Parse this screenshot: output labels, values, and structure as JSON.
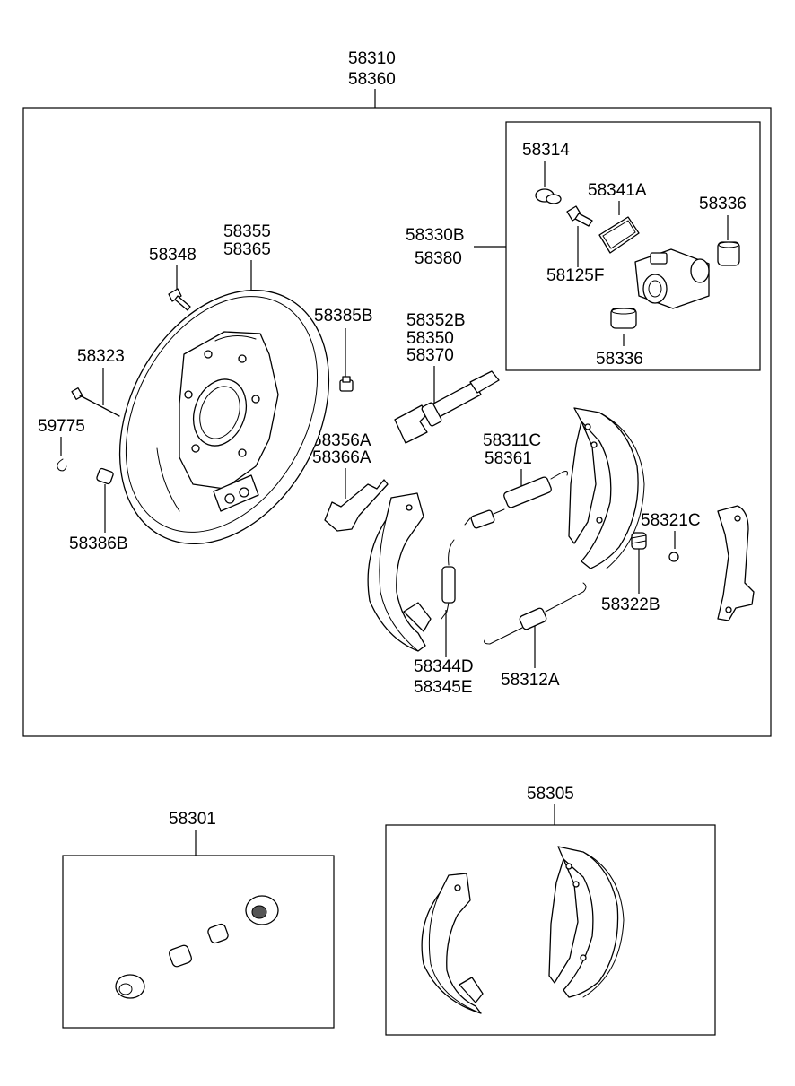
{
  "labels": {
    "main_assembly_1": "58310",
    "main_assembly_2": "58360",
    "cylinder_assembly_1": "58330B",
    "cylinder_assembly_2": "58380",
    "cylinder_cap": "58314",
    "cylinder_gasket": "58341A",
    "cylinder_boot_top": "58336",
    "bleeder_screw": "58125F",
    "cylinder_boot_bottom": "58336",
    "backing_plate_1": "58355",
    "backing_plate_2": "58365",
    "plate_bolt": "58348",
    "plug": "58385B",
    "adjuster_1": "58352B",
    "adjuster_2": "58350",
    "adjuster_3": "58370",
    "pin": "58323",
    "clip": "59775",
    "strut_1": "58356A",
    "strut_2": "58366A",
    "spring_upper_1": "58311C",
    "spring_upper_2": "58361",
    "retainer_cup": "58321C",
    "hold_down_spring": "58322B",
    "grommet": "58386B",
    "adjuster_spring_1": "58344D",
    "adjuster_spring_2": "58345E",
    "return_spring_lower": "58312A",
    "repair_kit": "58301",
    "shoe_kit": "58305"
  }
}
